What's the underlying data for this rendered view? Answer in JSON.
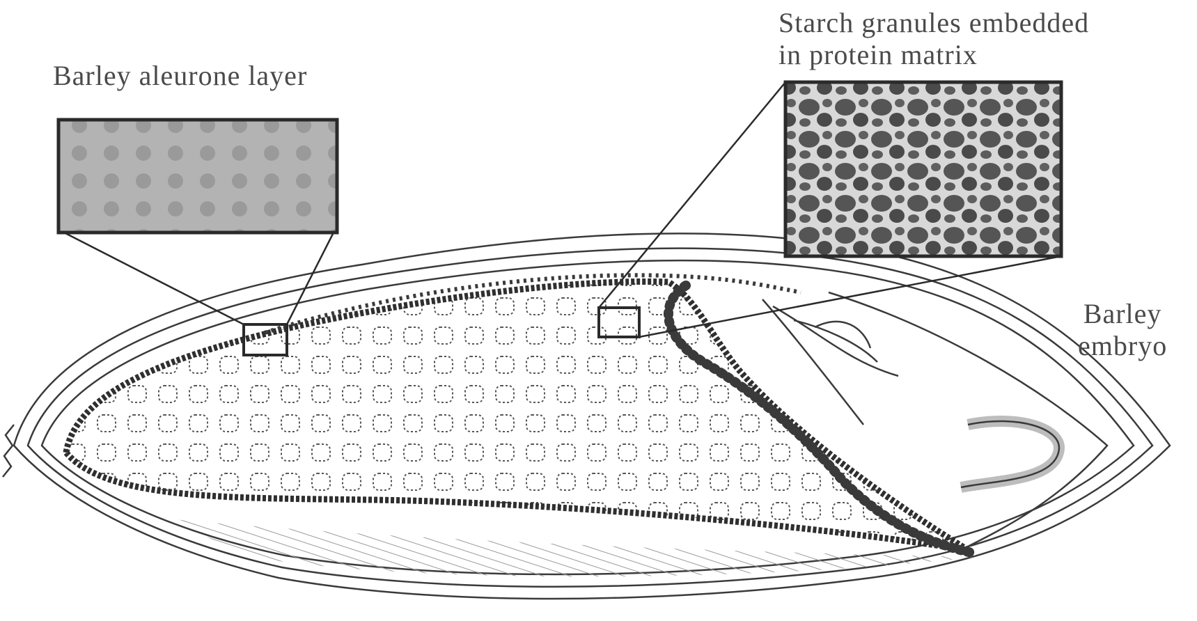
{
  "labels": {
    "aleurone": "Barley aleurone layer",
    "starch_line1": "Starch granules embedded",
    "starch_line2": "in protein matrix",
    "embryo_line1": "Barley",
    "embryo_line2": "embryo"
  },
  "colors": {
    "ink": "#3a3a3a",
    "aleurone_micrograph": "#a9a9a9",
    "starch_micrograph": "#5a5a5a",
    "cell_wall_dark": "#2f2f2f"
  }
}
